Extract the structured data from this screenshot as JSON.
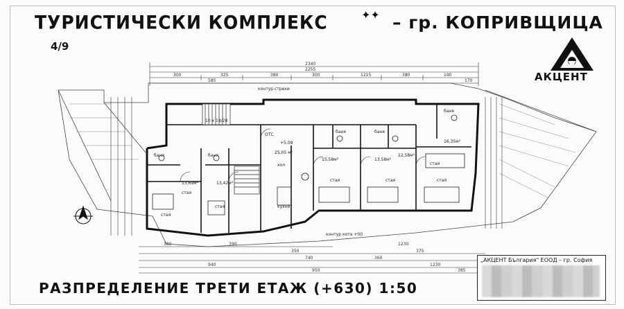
{
  "header": {
    "title_left": "ТУРИСТИЧЕСКИ КОМПЛЕКС",
    "stars": "✦✦",
    "title_right": "– гр. КОПРИВЩИЦА",
    "sheet_number": "4/9"
  },
  "logo": {
    "name": "АКЦЕНТ"
  },
  "footer": {
    "caption": "РАЗПРЕДЕЛЕНИЕ ТРЕТИ ЕТАЖ  (+630)  1:50"
  },
  "stamp": {
    "company": "„АКЦЕНТ България\" ЕООД – гр. София"
  },
  "plan": {
    "top_dims": [
      "2340",
      "2255",
      "1215",
      "585",
      "300",
      "325",
      "380",
      "300",
      "380",
      "190",
      "170"
    ],
    "bottom_dims": [
      "380",
      "390",
      "1230",
      "350",
      "740",
      "940",
      "950",
      "1230",
      "360",
      "375",
      "385"
    ],
    "rooms": [
      "стая",
      "стая",
      "стая",
      "стая",
      "стая",
      "стая",
      "стая"
    ],
    "bath": [
      "баня",
      "баня",
      "баня",
      "баня",
      "баня"
    ],
    "areas": [
      "13,69м²",
      "13,42м²",
      "15,58м²",
      "13,58м²",
      "12,58м²",
      "16,35м²",
      "+5,08"
    ],
    "misc": [
      "хол",
      "кухня",
      "10 x 18/28",
      "контур стрехи",
      "контур кота +00",
      "ОТС",
      "25,05 м²"
    ]
  }
}
